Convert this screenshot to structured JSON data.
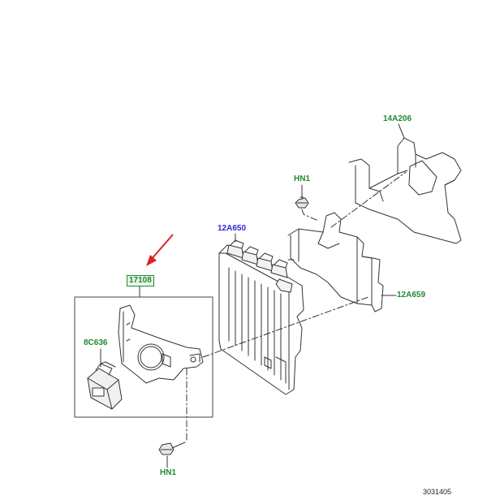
{
  "parts": {
    "bracket_upper": "14A206",
    "nut_upper": "HN1",
    "ecm": "12A650",
    "bracket_lower": "12A659",
    "assembly": "17108",
    "sensor": "8C636",
    "nut_lower": "HN1"
  },
  "reference": "3031405",
  "colors": {
    "label_green": "#1f8a2e",
    "label_blue": "#2a2ad6",
    "arrow_red": "#e02020",
    "line": "#333333"
  }
}
